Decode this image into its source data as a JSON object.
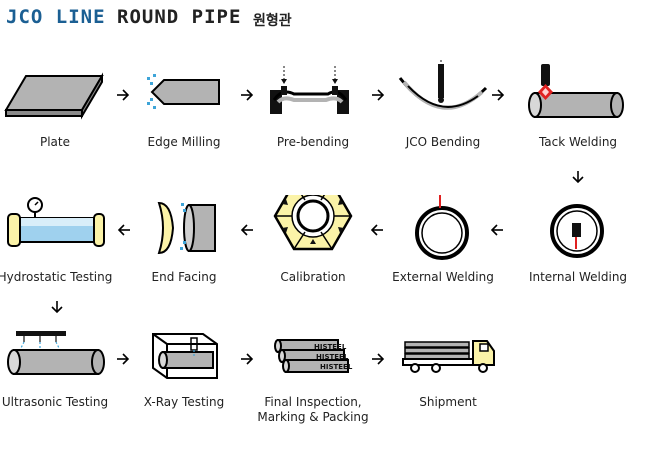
{
  "header": {
    "line": "JCO LINE",
    "product": "ROUND PIPE",
    "korean": "원형관"
  },
  "steps": {
    "plate": "Plate",
    "edge_milling": "Edge Milling",
    "pre_bending": "Pre-bending",
    "jco_bending": "JCO Bending",
    "tack_welding": "Tack Welding",
    "internal_welding": "Internal Welding",
    "external_welding": "External Welding",
    "calibration": "Calibration",
    "end_facing": "End Facing",
    "hydrostatic_testing": "Hydrostatic Testing",
    "ultrasonic_testing": "Ultrasonic Testing",
    "xray_testing": "X-Ray Testing",
    "final_inspection_line1": "Final Inspection,",
    "final_inspection_line2": "Marking & Packing",
    "shipment": "Shipment"
  },
  "pipe_marking": "HISTEEL",
  "colors": {
    "title_blue": "#1b5f93",
    "steel_gray": "#b3b3b3",
    "weld_red": "#e02020",
    "calibration_yellow": "#fbf3a8",
    "water_blue": "#9fd1ee"
  }
}
